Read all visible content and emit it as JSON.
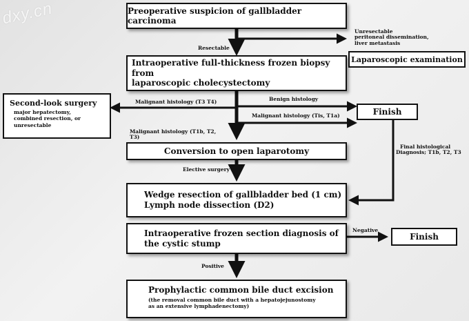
{
  "watermark": "dxy.cn",
  "boxes": {
    "preop": "Preoperative suspicion of gallbladder carcinoma",
    "biopsy_line1": "Intraoperative full-thickness frozen biopsy from",
    "biopsy_line2": "laparoscopic cholecystectomy",
    "lap_exam": "Laparoscopic examination",
    "second_look_title": "Second-look surgery",
    "second_look_detail": "major hepatectomy, combined resection, or unresectable",
    "finish_1": "Finish",
    "conversion": "Conversion to open laparotomy",
    "wedge_line1": "Wedge resection of gallbladder bed (1 cm)",
    "wedge_line2": "Lymph node dissection (D2)",
    "frozen_line1": "Intraoperative frozen section diagnosis of",
    "frozen_line2": "the cystic stump",
    "finish_2": "Finish",
    "cbd_title": "Prophylactic common bile duct excision",
    "cbd_detail_1": "(the removal common bile duct with  a hepatojejunostomy",
    "cbd_detail_2": "as an extensive lymphadenectomy)"
  },
  "labels": {
    "unresectable_1": "Unresectable",
    "unresectable_2": "peritoneal dissemination,",
    "unresectable_3": "liver metastasis",
    "resectable": "Resectable",
    "benign": "Benign histology",
    "malig_t3t4": "Malignant histology (T3 T4)",
    "malig_tis": "Malignant histology (Tis, T1a)",
    "malig_t1b_1": "Malignant histology (T1b, T2,",
    "malig_t1b_2": "T3)",
    "final_1": "Final histological",
    "final_2": "Diagnosis; T1b, T2, T3",
    "elective": "Elective surgery",
    "negative": "Negative",
    "positive": "Positive"
  }
}
